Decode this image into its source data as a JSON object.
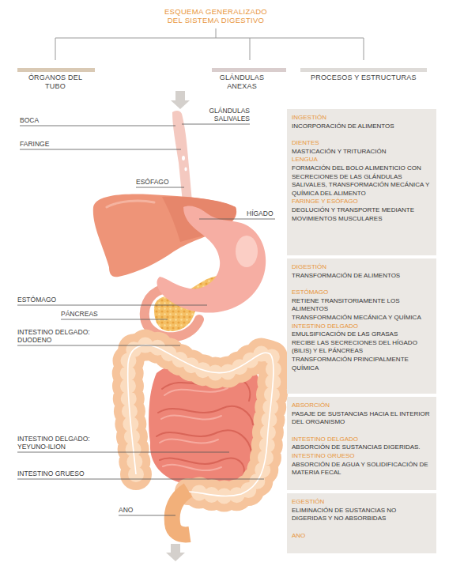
{
  "diagram": {
    "title": "ESQUEMA GENERALIZADO DEL SISTEMA DIGESTIVO",
    "nodes": [
      {
        "text": [
          "INGESTIÓN",
          "INCORPORACIÓN DE ALIMENTOS",
          "DIENTES",
          "MASTICACIÓN Y TRITURACIÓN",
          "LENGUA",
          "FORMACIÓN DEL BOLO ALIMENTICIO CON SECRECIONES DE LAS GLÁNDULAS SALIVALES, TRANSFORMACIÓN MECÁNICA Y QUÍMICA DEL ALIMENTO",
          "FARINGE Y ESÓFAGO",
          "DEGLUCIÓN Y TRANSPORTE MEDIANTE MOVIMIENTOS MUSCULARES"
        ]
      },
      {
        "text": [
          "DIGESTIÓN",
          "TRANSFORMACIÓN DE ALIMENTOS",
          "ESTÓMAGO",
          "RETIENE TRANSITORIAMENTE LOS ALIMENTOS",
          "TRANSFORMACIÓN MECÁNICA Y QUÍMICA",
          "INTESTINO DELGADO",
          "EMULSIFICACIÓN DE LAS GRASAS",
          "RECIBE LAS SECRECIONES DEL HÍGADO (BILIS) Y EL PÁNCREAS",
          "TRANSFORMACIÓN PRINCIPALMENTE QUÍMICA"
        ]
      },
      {
        "text": [
          "ABSORCIÓN",
          "PASAJE DE SUSTANCIAS HACIA EL INTERIOR DEL ORGANISMO",
          "INTESTINO DELGADO",
          "ABSORCIÓN DE SUSTANCIAS DIGERIDAS.",
          "INTESTINO GRUESO",
          "ABSORCIÓN DE AGUA Y SOLIDIFICACIÓN DE MATERIA FECAL"
        ]
      },
      {
        "text": [
          "EGESTIÓN",
          "ELIMINACIÓN DE SUSTANCIAS NO DIGERIDAS Y NO ABSORBIDAS",
          "ANO"
        ]
      }
    ],
    "labels": [
      "ÓRGANOS DEL TUBO",
      "GLÁNDULAS ANEXAS",
      "PROCESOS Y ESTRUCTURAS",
      "BOCA",
      "GLÁNDULAS SALIVALES",
      "FARINGE",
      "ESÓFAGO",
      "HÍGADO",
      "ESTÓMAGO",
      "PÁNCREAS",
      "INTESTINO DELGADO: DUODENO",
      "INTESTINO DELGADO: YEYUNO-ILION",
      "INTESTINO GRUESO",
      "ANO"
    ]
  }
}
